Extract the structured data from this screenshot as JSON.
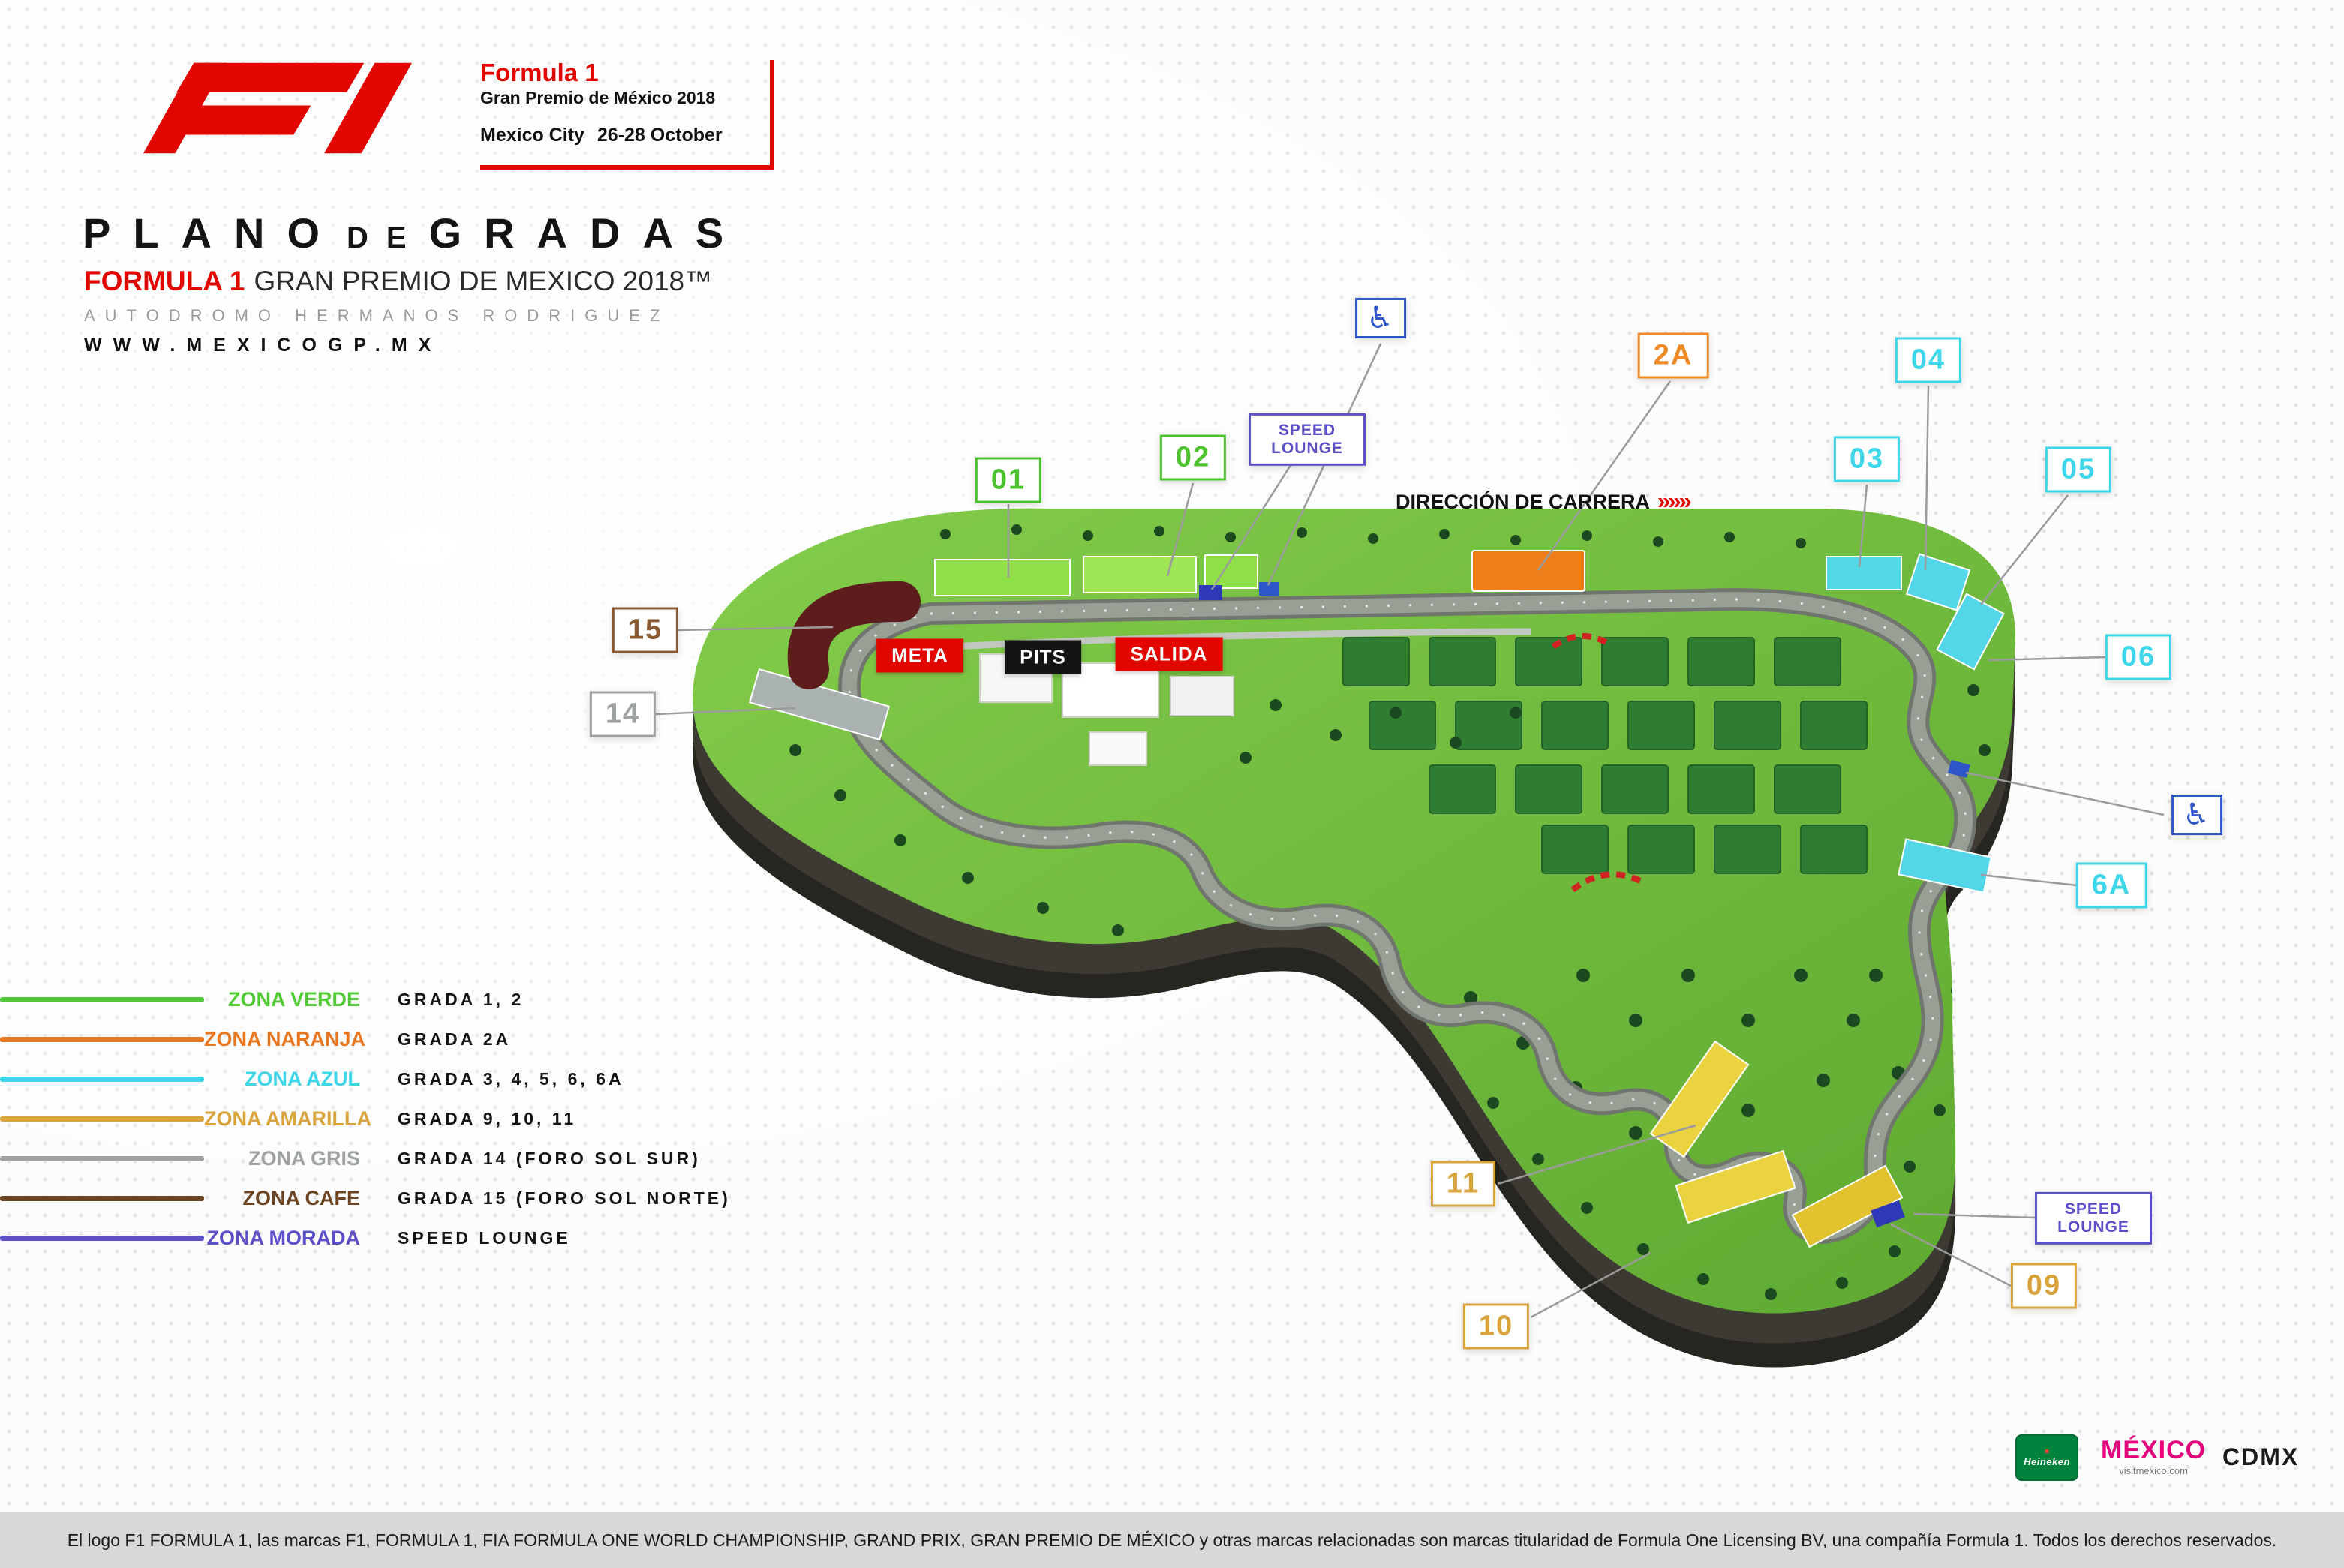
{
  "header": {
    "logo": "F1",
    "series": "Formula 1",
    "event": "Gran Premio de México 2018",
    "city": "Mexico City",
    "dates": "26-28 October"
  },
  "title": {
    "word1": "PLANO",
    "word2": "DE",
    "word3": "GRADAS",
    "sub_brand": "FORMULA 1",
    "sub_rest": "GRAN PREMIO DE MEXICO 2018™",
    "venue": "AUTODROMO HERMANOS RODRIGUEZ",
    "website": "WWW.MEXICOGP.MX"
  },
  "legend": {
    "items": [
      {
        "zone": "ZONA VERDE",
        "desc": "GRADA 1, 2",
        "color": "#52C936"
      },
      {
        "zone": "ZONA NARANJA",
        "desc": "GRADA 2A",
        "color": "#E87722"
      },
      {
        "zone": "ZONA AZUL",
        "desc": "GRADA 3, 4, 5, 6, 6A",
        "color": "#3ED6E8"
      },
      {
        "zone": "ZONA AMARILLA",
        "desc": "GRADA 9, 10, 11",
        "color": "#D9A43B"
      },
      {
        "zone": "ZONA GRIS",
        "desc": "GRADA 14 (FORO SOL SUR)",
        "color": "#9EA2A2"
      },
      {
        "zone": "ZONA CAFE",
        "desc": "GRADA 15 (FORO SOL NORTE)",
        "color": "#6B4423"
      },
      {
        "zone": "ZONA MORADA",
        "desc": "SPEED LOUNGE",
        "color": "#5B50C8"
      }
    ]
  },
  "map": {
    "direction": "DIRECCIÓN DE CARRERA",
    "direction_arrows": "»»»",
    "track_labels": [
      {
        "text": "META"
      },
      {
        "text": "PITS"
      },
      {
        "text": "SALIDA"
      }
    ],
    "callouts": [
      {
        "id": "01",
        "text": "01"
      },
      {
        "id": "02",
        "text": "02"
      },
      {
        "id": "speed-lounge-top",
        "text": "SPEED LOUNGE"
      },
      {
        "id": "wheelchair-top",
        "text": "♿"
      },
      {
        "id": "2A",
        "text": "2A"
      },
      {
        "id": "03",
        "text": "03"
      },
      {
        "id": "04",
        "text": "04"
      },
      {
        "id": "05",
        "text": "05"
      },
      {
        "id": "06",
        "text": "06"
      },
      {
        "id": "wheelchair-right",
        "text": "♿"
      },
      {
        "id": "6A",
        "text": "6A"
      },
      {
        "id": "15",
        "text": "15"
      },
      {
        "id": "14",
        "text": "14"
      },
      {
        "id": "11",
        "text": "11"
      },
      {
        "id": "10",
        "text": "10"
      },
      {
        "id": "09",
        "text": "09"
      },
      {
        "id": "speed-lounge-bottom",
        "text": "SPEED LOUNGE"
      }
    ],
    "colors": {
      "grass_light": "#83CC4B",
      "grass_dark": "#5EA930",
      "soil": "#27251f",
      "track": "#98a096",
      "accent_red": "#E10600"
    }
  },
  "sponsors": {
    "heineken": "Heineken",
    "mexico": "MÉXICO",
    "mexico_sub": "visitmexico.com",
    "cdmx": "CDMX"
  },
  "footer": {
    "disclaimer": "El logo F1 FORMULA 1, las marcas F1, FORMULA 1, FIA FORMULA ONE WORLD CHAMPIONSHIP, GRAND PRIX, GRAN PREMIO DE MÉXICO y otras marcas relacionadas son marcas titularidad de Formula One Licensing BV, una compañía Formula 1. Todos los derechos reservados."
  }
}
